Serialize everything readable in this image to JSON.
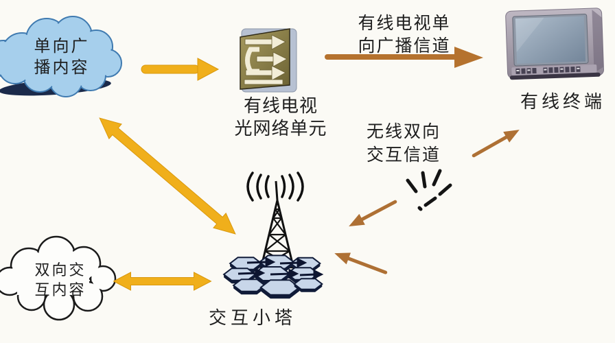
{
  "page": {
    "background": "#FBFAF5"
  },
  "nodes": {
    "broadcast_cloud": {
      "line1": "单向广",
      "line2": "播内容"
    },
    "onu": {
      "line1": "有线电视",
      "line2": "光网络单元"
    },
    "terminal": {
      "label": "有线终端"
    },
    "tower": {
      "label": "交互小塔"
    },
    "interactive_cloud": {
      "line1": "双向交",
      "line2": "互内容"
    }
  },
  "channels": {
    "cable_broadcast": {
      "line1": "有线电视单",
      "line2": "向广播信道"
    },
    "wireless": {
      "line1": "无线双向",
      "line2": "交互信道"
    }
  },
  "colors": {
    "arrow_yellow": "#F0AF1B",
    "arrow_yellow_edge": "#D9980D",
    "arrow_brown": "#AE7034",
    "cloud_blue_fill": "#A6CFEC",
    "cloud_blue_border": "#3F7AB0",
    "cloud_shadow_navy": "#1B2A4A",
    "white_cloud_outline": "#1A1A1A",
    "cell_blue": "#C8D6E9",
    "cell_dark": "#101B38",
    "onu_gold": "#8F8449",
    "onu_arrow_cream": "#F2EDD7",
    "tv_body_gray": "#A39BA8",
    "tv_screen_blue": "#8DA0B4",
    "text": "#1E1E1E",
    "background": "#FBFAF5"
  }
}
